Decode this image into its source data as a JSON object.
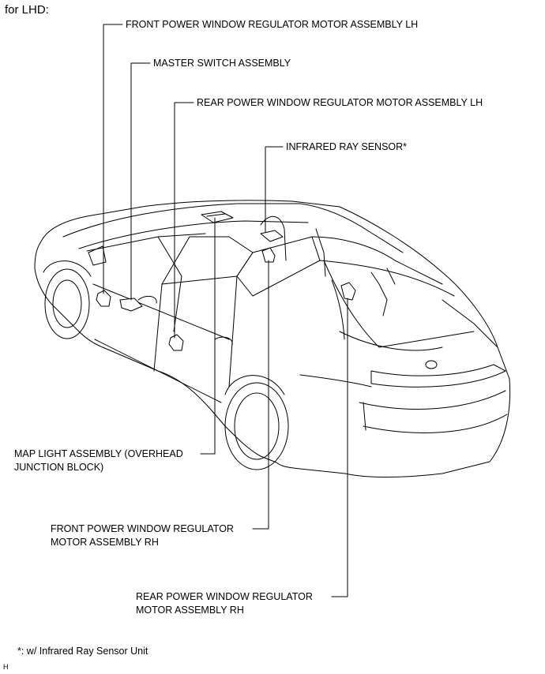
{
  "heading": "for LHD:",
  "labels": {
    "front_lh": "FRONT POWER WINDOW REGULATOR MOTOR ASSEMBLY LH",
    "master_switch": "MASTER SWITCH ASSEMBLY",
    "rear_lh": "REAR POWER WINDOW REGULATOR MOTOR ASSEMBLY LH",
    "infrared": "INFRARED RAY SENSOR*",
    "map_light": "MAP LIGHT ASSEMBLY (OVERHEAD\nJUNCTION BLOCK)",
    "front_rh": "FRONT POWER WINDOW REGULATOR\nMOTOR ASSEMBLY RH",
    "rear_rh": "REAR POWER WINDOW REGULATOR\nMOTOR ASSEMBLY RH"
  },
  "footnote": "*: w/ Infrared Ray Sensor Unit",
  "figure_code": "H"
}
